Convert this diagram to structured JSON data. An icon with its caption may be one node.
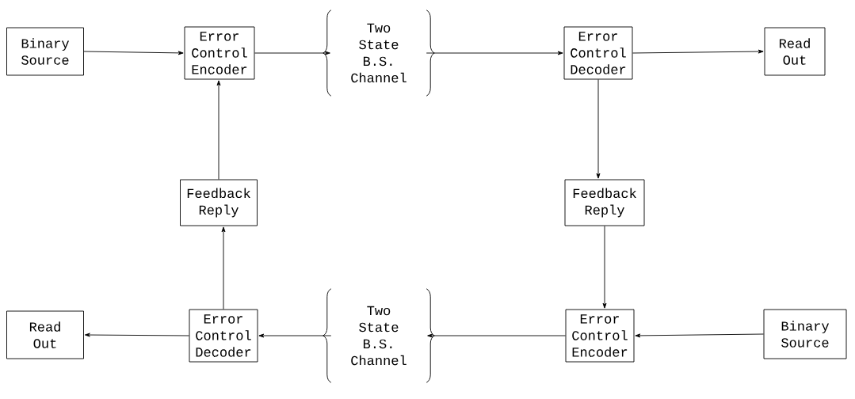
{
  "diagram": {
    "nodes": [
      {
        "text": [
          "Binary Source"
        ]
      },
      {
        "text": [
          "Error Control Encoder"
        ]
      },
      {
        "text": [
          "Two State B.S. Channel"
        ]
      },
      {
        "text": [
          "Error Control Decoder"
        ]
      },
      {
        "text": [
          "Read Out"
        ]
      },
      {
        "text": [
          "Feedback Reply"
        ]
      },
      {
        "text": [
          "Feedback Reply"
        ]
      },
      {
        "text": [
          "Read Out"
        ]
      },
      {
        "text": [
          "Error Control Decoder"
        ]
      },
      {
        "text": [
          "Two State B.S. Channel"
        ]
      },
      {
        "text": [
          "Error Control Encoder"
        ]
      },
      {
        "text": [
          "Binary Source"
        ]
      }
    ],
    "edges": [
      {
        "from": 0,
        "to": 1,
        "arrow": "to"
      },
      {
        "from": 1,
        "to": 2,
        "arrow": "to"
      },
      {
        "from": 2,
        "to": 3,
        "arrow": "to"
      },
      {
        "from": 3,
        "to": 4,
        "arrow": "to"
      },
      {
        "from": 3,
        "to": 6,
        "arrow": "to"
      },
      {
        "from": 6,
        "to": 10,
        "arrow": "to"
      },
      {
        "from": 11,
        "to": 10,
        "arrow": "to"
      },
      {
        "from": 10,
        "to": 9,
        "arrow": "to"
      },
      {
        "from": 9,
        "to": 8,
        "arrow": "to"
      },
      {
        "from": 8,
        "to": 7,
        "arrow": "to"
      },
      {
        "from": 8,
        "to": 5,
        "arrow": "to"
      },
      {
        "from": 5,
        "to": 1,
        "arrow": "to"
      }
    ]
  }
}
